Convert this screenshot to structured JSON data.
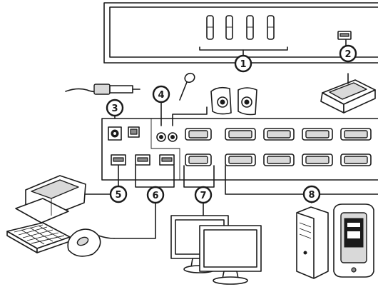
{
  "callouts": {
    "c1": "1",
    "c2": "2",
    "c3": "3",
    "c4": "4",
    "c5": "5",
    "c6": "6",
    "c7": "7",
    "c8": "8"
  },
  "icons": {
    "front_panel": "kvm-front-panel-icon",
    "rear_panel": "kvm-rear-panel-icon",
    "usb_drive": "usb-port-icon",
    "scanner": "usb-scanner-icon",
    "power_plug": "power-plug-icon",
    "microphone": "microphone-icon",
    "speakers": "speakers-icon",
    "printer": "printer-icon",
    "keyboard": "keyboard-icon",
    "mouse": "mouse-icon",
    "monitors": "monitors-icon",
    "pc_tower": "pc-tower-icon",
    "mac_tower": "mac-tower-icon"
  }
}
